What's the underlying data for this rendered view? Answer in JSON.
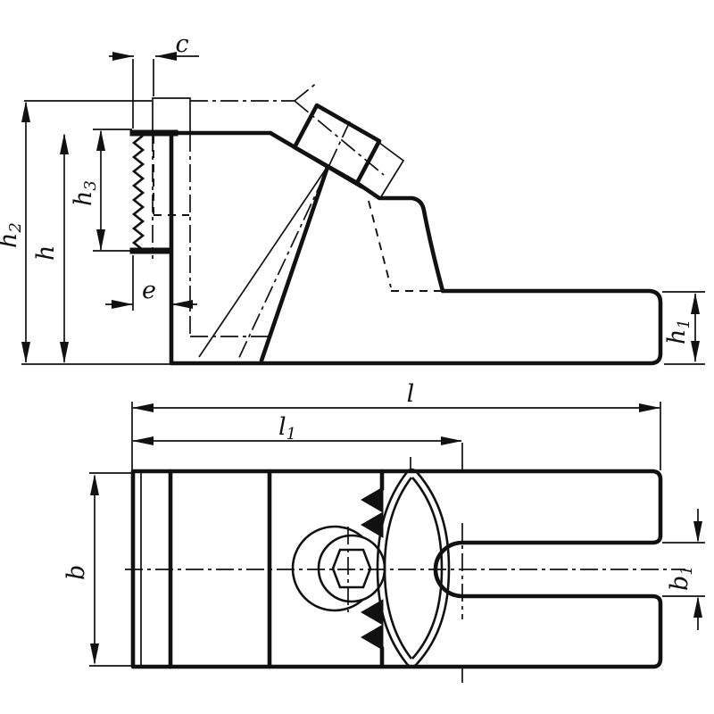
{
  "drawing": {
    "kind": "technical-drawing-two-views",
    "ink_color": "#111111",
    "background_color": "#ffffff"
  },
  "dimensions": {
    "c": {
      "base": "c",
      "sub": ""
    },
    "h2": {
      "base": "h",
      "sub": "2"
    },
    "h": {
      "base": "h",
      "sub": ""
    },
    "h3": {
      "base": "h",
      "sub": "3"
    },
    "e": {
      "base": "e",
      "sub": ""
    },
    "h1": {
      "base": "h",
      "sub": "1"
    },
    "l": {
      "base": "l",
      "sub": ""
    },
    "l1": {
      "base": "l",
      "sub": "1"
    },
    "b": {
      "base": "b",
      "sub": ""
    },
    "b1": {
      "base": "b",
      "sub": "1"
    }
  }
}
